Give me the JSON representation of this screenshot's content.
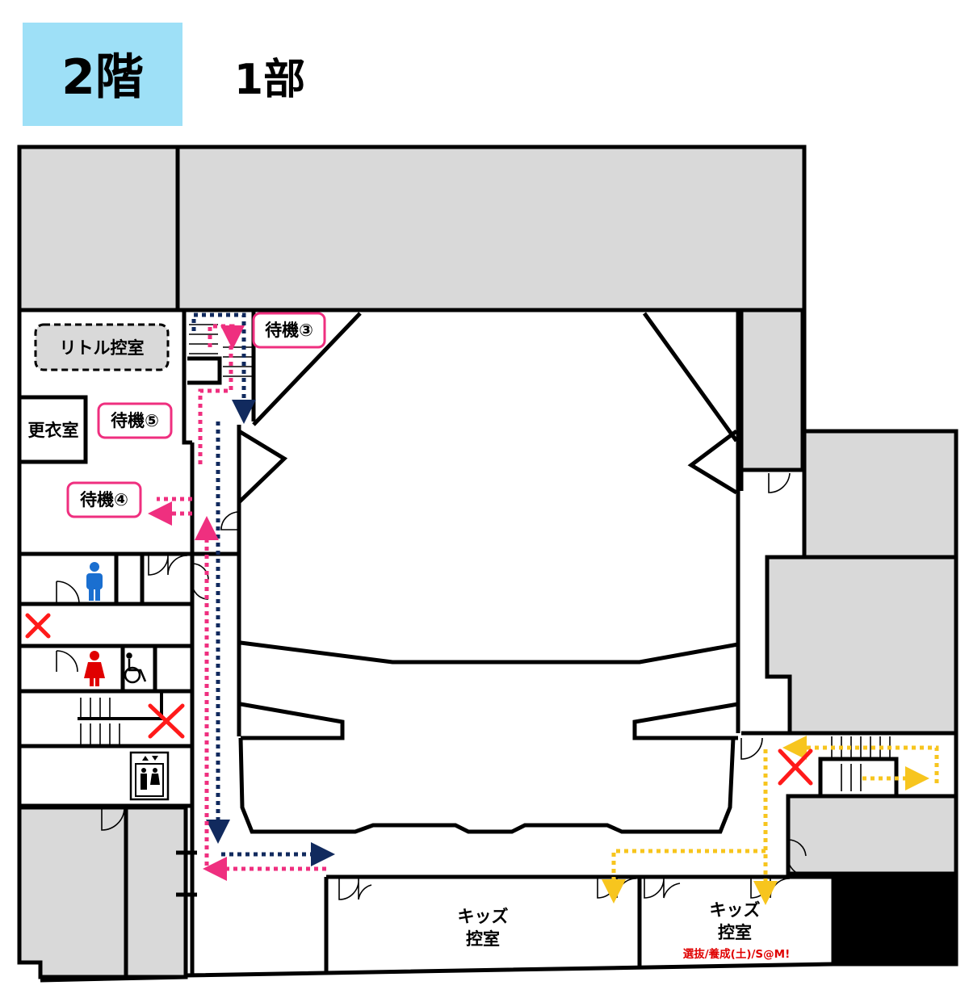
{
  "header": {
    "floor": "2階",
    "part": "1部"
  },
  "rooms": {
    "little_room": "リトル控室",
    "changing_room": "更衣室",
    "kids_room_1_line1": "キッズ",
    "kids_room_1_line2": "控室",
    "kids_room_2_line1": "キッズ",
    "kids_room_2_line2": "控室",
    "kids_room_2_note": "選抜/養成(土)/S@M!"
  },
  "waiting_areas": {
    "wait_3": "待機③",
    "wait_4": "待機④",
    "wait_5": "待機⑤"
  },
  "icons": {
    "male_restroom": "male-restroom-icon",
    "female_restroom": "female-restroom-icon",
    "wheelchair": "wheelchair-icon",
    "elevator": "elevator-icon",
    "closed": "red-x-icon"
  },
  "colors": {
    "header_bg": "#9ee0f7",
    "route_pink": "#ef2f7f",
    "route_navy": "#112a5e",
    "route_yellow": "#f7c51e",
    "closed_mark": "#ff1a1a",
    "wall_fill": "#d9d9d9"
  }
}
